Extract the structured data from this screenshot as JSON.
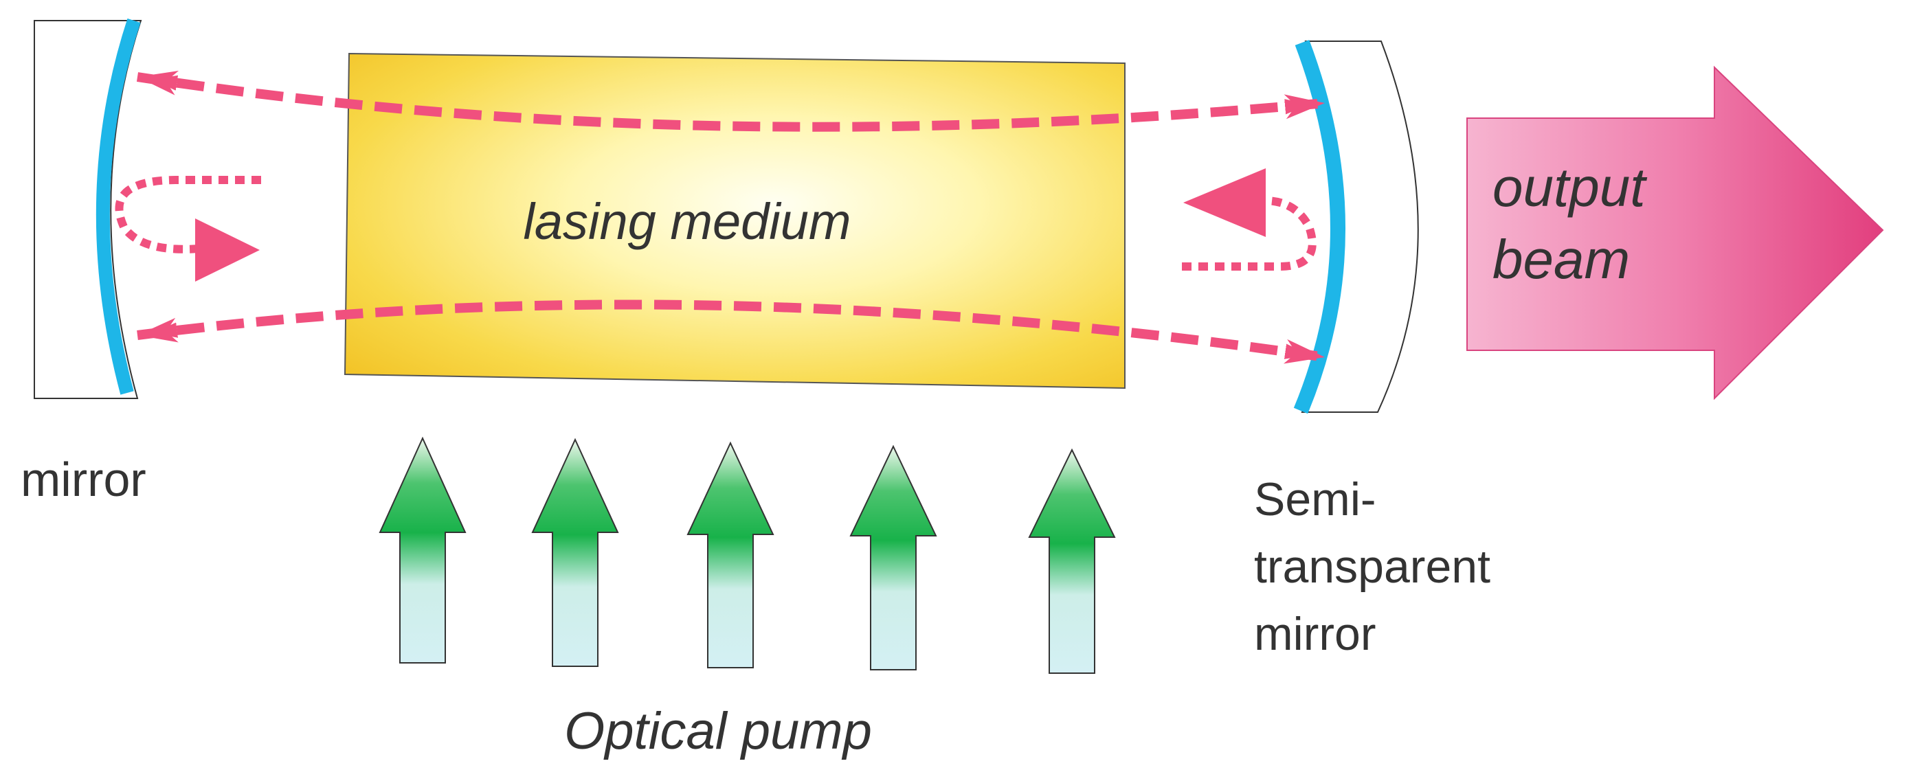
{
  "labels": {
    "left_mirror": "mirror",
    "medium": "lasing medium",
    "right_mirror_line1": "Semi-",
    "right_mirror_line2": "transparent",
    "right_mirror_line3": "mirror",
    "output_line1": "output",
    "output_line2": "beam",
    "pump": "Optical pump"
  },
  "colors": {
    "mirror_coating": "#1eb6e8",
    "beam_path": "#f0507e",
    "medium_edge": "#f2c326",
    "medium_center": "#fffff2",
    "output_beam": "#ec5a92",
    "pump_arrow": "#18b24a",
    "pump_tail": "#d4f0f4",
    "text": "#333333"
  },
  "icons": [
    "curved-mirror-icon",
    "semi-transparent-mirror-icon",
    "output-beam-arrow-icon",
    "pump-arrow-icon"
  ],
  "pump_arrow_count": 5
}
